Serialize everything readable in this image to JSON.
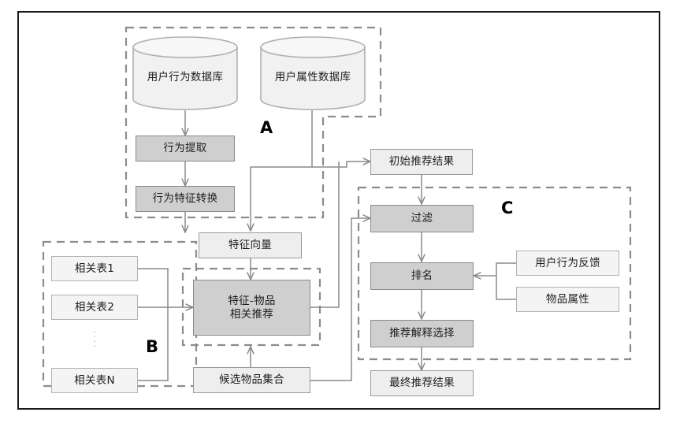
{
  "diagram": {
    "title": "recommendation-system-architecture-flowchart",
    "colors": {
      "frame_border": "#1a1a1a",
      "dashed_group": "#8c8c8c",
      "node_dark_fill": "#cfcfcf",
      "node_light_fill": "#eeeeee",
      "node_border": "#9a9a9a",
      "connector": "#8a8a8a",
      "text": "#1d1d1d"
    },
    "group_labels": [
      {
        "id": "A",
        "label": "A"
      },
      {
        "id": "B",
        "label": "B"
      },
      {
        "id": "C",
        "label": "C"
      }
    ],
    "databases": [
      {
        "id": "user-behavior-db",
        "label": "用户行为数据库"
      },
      {
        "id": "user-attribute-db",
        "label": "用户属性数据库"
      }
    ],
    "nodes": {
      "behavior_extraction": "行为提取",
      "behavior_feature_transform": "行为特征转换",
      "feature_vector": "特征向量",
      "feature_item_recommend": "特征-物品\n相关推荐",
      "feature_item_recommend_line1": "特征-物品",
      "feature_item_recommend_line2": "相关推荐",
      "candidate_item_set": "候选物品集合",
      "related_table_1": "相关表1",
      "related_table_2": "相关表2",
      "related_table_n": "相关表N",
      "initial_result": "初始推荐结果",
      "filter": "过滤",
      "ranking": "排名",
      "explanation_select": "推荐解释选择",
      "final_result": "最终推荐结果",
      "user_behavior_feedback": "用户行为反馈",
      "item_attribute": "物品属性"
    }
  }
}
